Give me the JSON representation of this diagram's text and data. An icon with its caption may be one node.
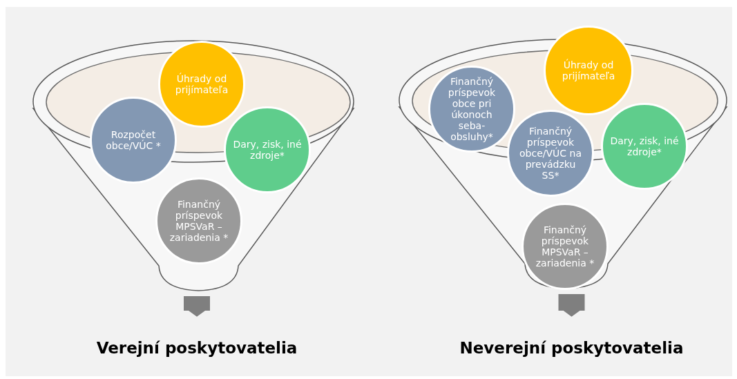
{
  "diagram": {
    "nodes": [
      {
        "text": [],
        "shape": "funnel"
      },
      {
        "text": [
          "Úhrady od prijímateľa"
        ]
      },
      {
        "text": [
          "Rozpočet obce/VÚC *"
        ],
        "in": 0
      },
      {
        "text": [
          "Dary, zisk, iné zdroje*"
        ],
        "in": 0
      },
      {
        "text": [
          "Finančný príspevok MPSVaR – zariadenia *"
        ],
        "in": 0
      },
      {
        "text": [
          "Verejní poskytovatelia"
        ]
      },
      {
        "text": [],
        "shape": "funnel"
      },
      {
        "text": [
          "Finančný príspevok obce pri úkonoch seba-obsluhy*"
        ]
      },
      {
        "text": [
          "Úhrady od prijímateľa"
        ]
      },
      {
        "text": [
          "Finančný príspevok obce/VÚC na prevádzku SS*"
        ],
        "in": 6
      },
      {
        "text": [
          "Dary, zisk, iné zdroje*"
        ],
        "in": 6
      },
      {
        "text": [
          "Finančný príspevok MPSVaR – zariadenia *"
        ],
        "in": 6
      },
      {
        "text": [
          "Neverejní poskytovatelia"
        ]
      }
    ],
    "edges": [
      {
        "from": 0,
        "to": 5,
        "arrow": "to"
      },
      {
        "from": 6,
        "to": 12,
        "arrow": "to"
      }
    ]
  }
}
